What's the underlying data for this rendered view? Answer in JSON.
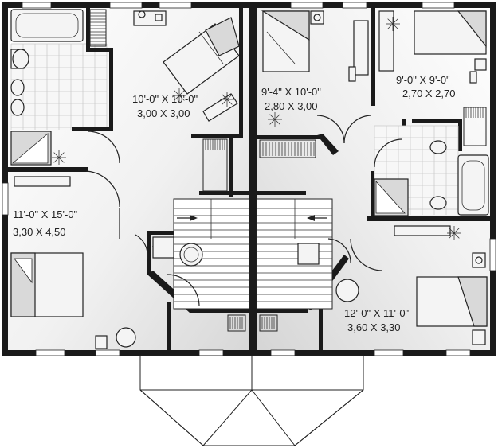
{
  "plan": {
    "rooms": [
      {
        "id": "bedroom-top-left",
        "label_imperial": "10'-0\" X 10'-0\"",
        "label_metric": "3,00 X 3,00"
      },
      {
        "id": "bedroom-mid-left",
        "label_imperial": "11'-0\" X 15'-0\"",
        "label_metric": "3,30 X 4,50"
      },
      {
        "id": "bedroom-top-center",
        "label_imperial": "9'-4\" X 10'-0\"",
        "label_metric": "2,80 X 3,00"
      },
      {
        "id": "bedroom-top-right",
        "label_imperial": "9'-0\" X 9'-0\"",
        "label_metric": "2,70 X 2,70"
      },
      {
        "id": "bedroom-bottom-right",
        "label_imperial": "12'-0\" X 11'-0\"",
        "label_metric": "3,60 X 3,30"
      }
    ],
    "colors": {
      "wall": "#1a1a1a",
      "floor": "#ffffff",
      "shade": "#e4e4e4"
    }
  }
}
